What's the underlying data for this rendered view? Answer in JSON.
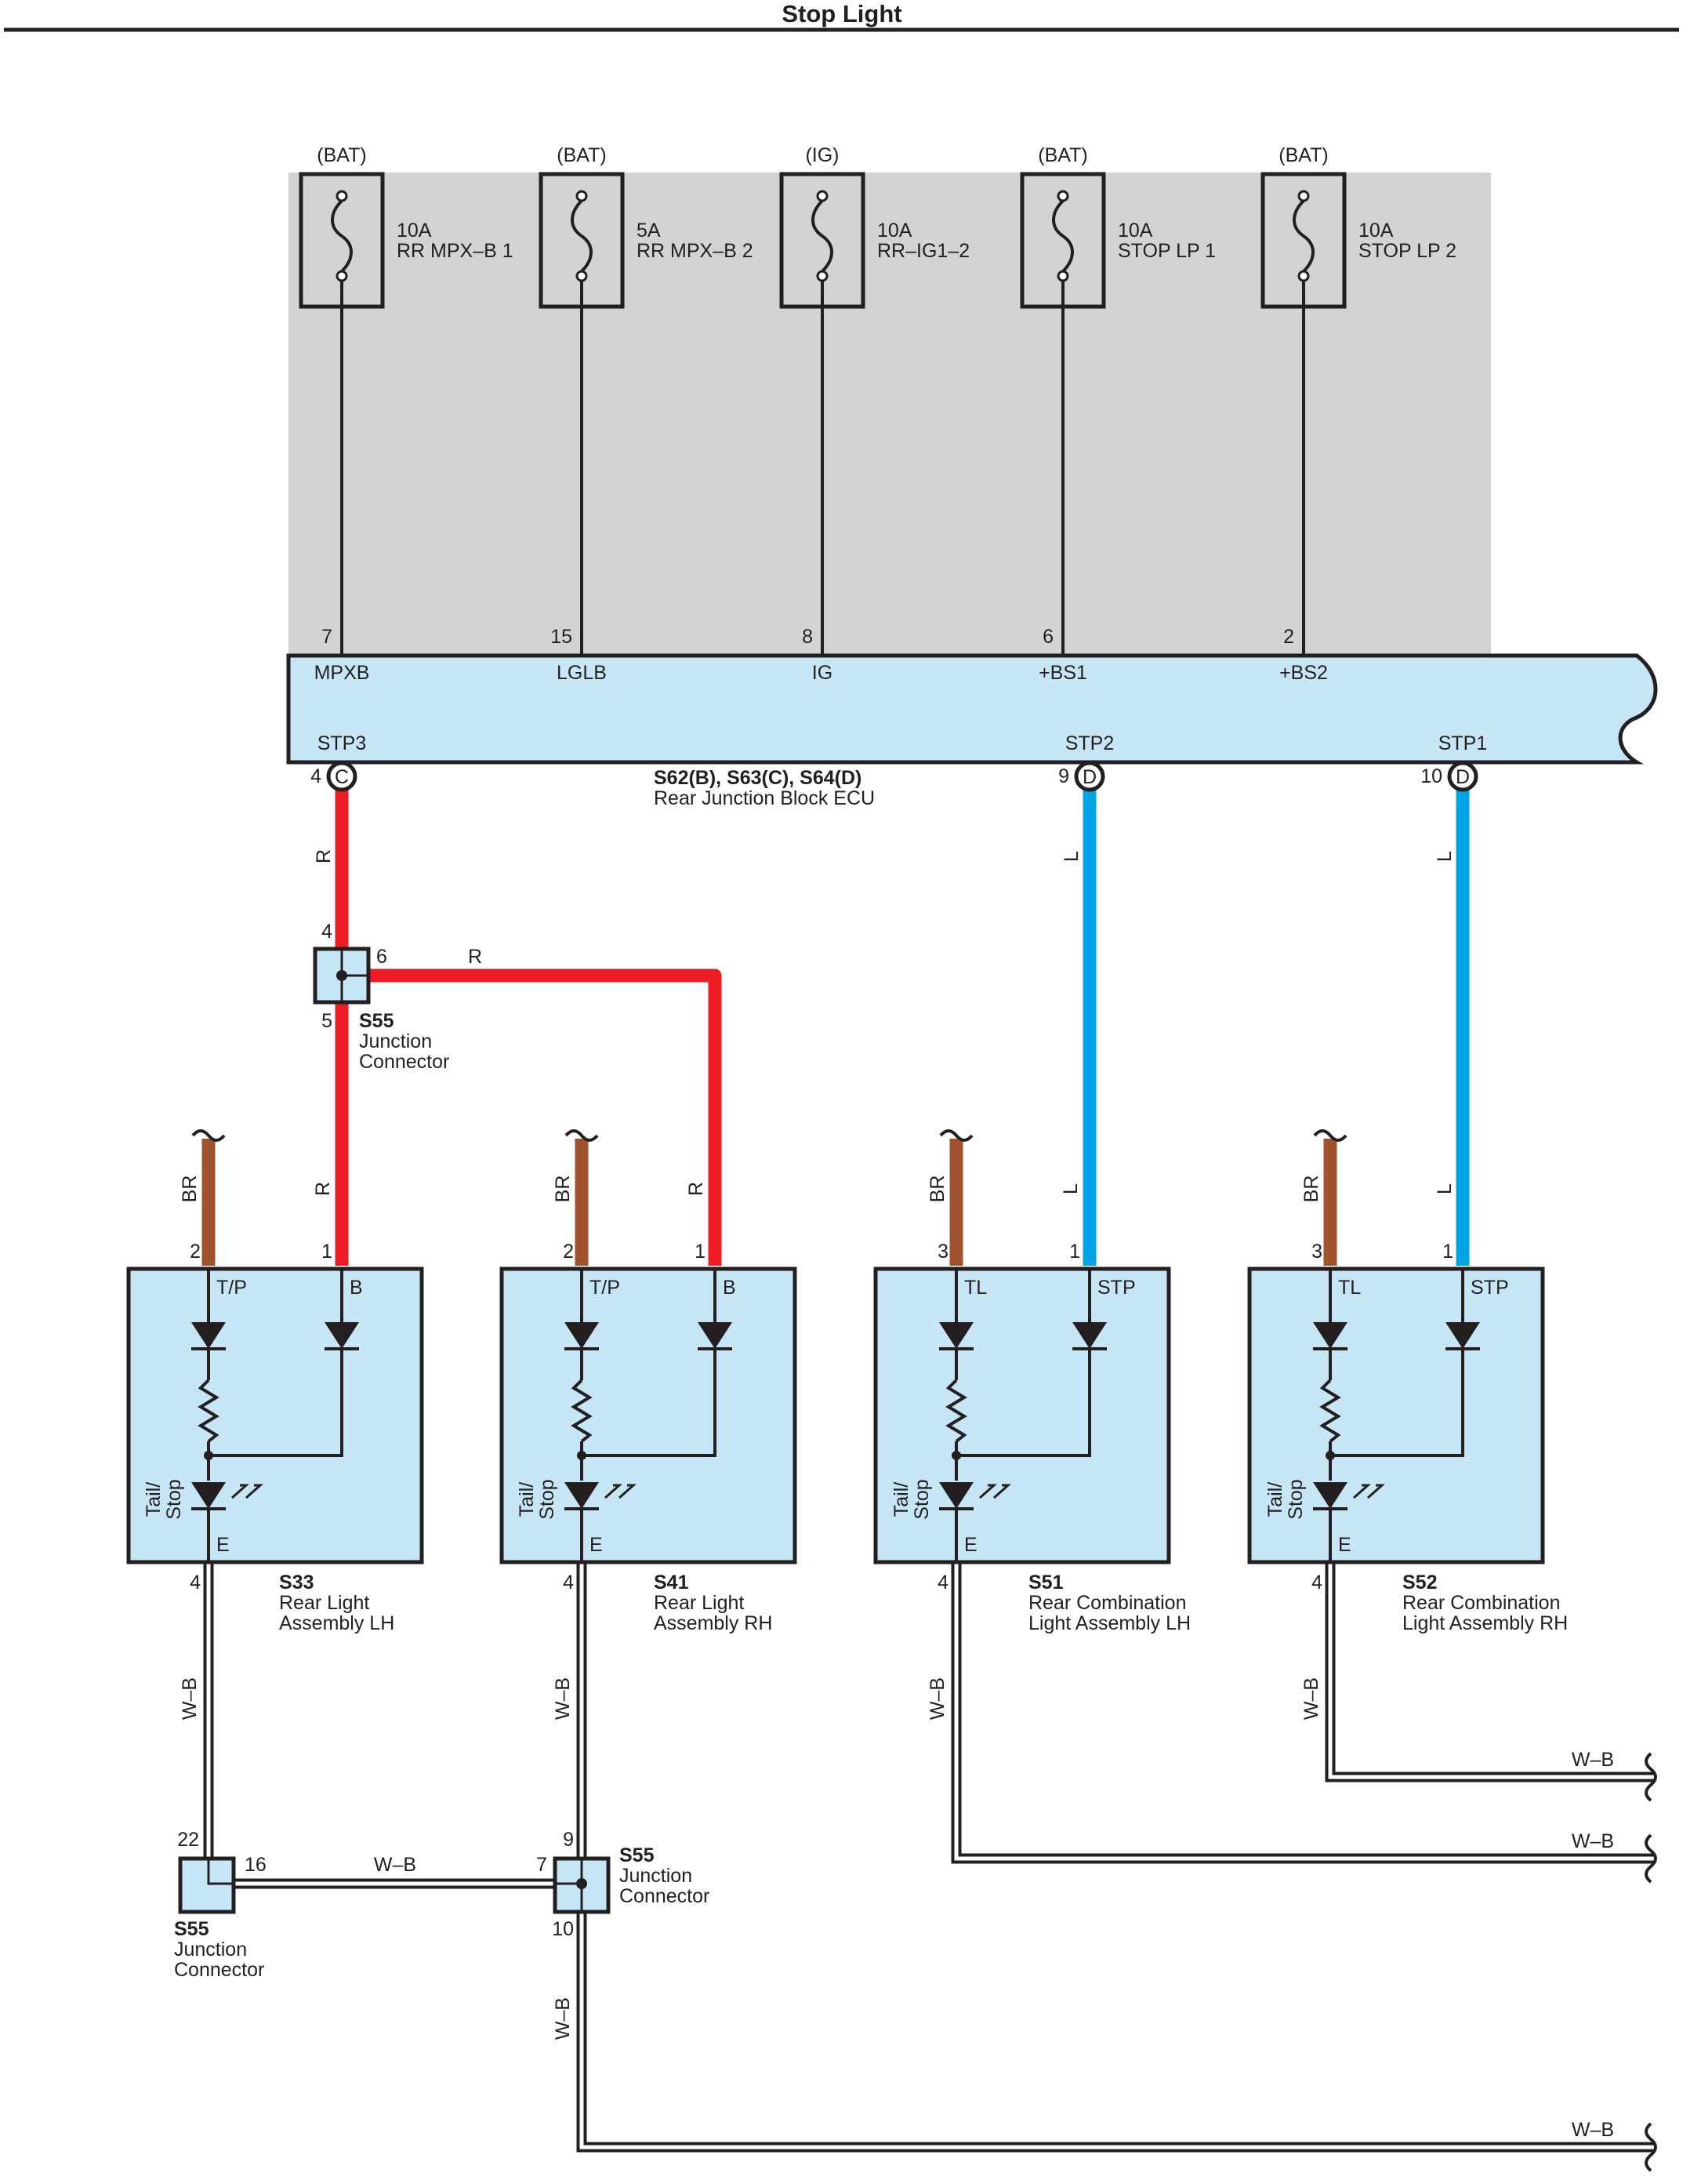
{
  "title": "Stop Light",
  "colors": {
    "red": "#ed1c24",
    "blue": "#00a4e4",
    "brown": "#a0522d",
    "ecu_fill": "#c6e6f6",
    "panel_gray": "#d1d3d4"
  },
  "fuses": [
    {
      "source": "(BAT)",
      "rating": "10A",
      "name": "RR MPX–B 1",
      "pin": "7",
      "terminal": "MPXB"
    },
    {
      "source": "(BAT)",
      "rating": "5A",
      "name": "RR MPX–B 2",
      "pin": "15",
      "terminal": "LGLB"
    },
    {
      "source": "(IG)",
      "rating": "10A",
      "name": "RR–IG1–2",
      "pin": "8",
      "terminal": "IG"
    },
    {
      "source": "(BAT)",
      "rating": "10A",
      "name": "STOP LP 1",
      "pin": "6",
      "terminal": "+BS1"
    },
    {
      "source": "(BAT)",
      "rating": "10A",
      "name": "STOP LP 2",
      "pin": "2",
      "terminal": "+BS2"
    }
  ],
  "ecu": {
    "code": "S62(B), S63(C), S64(D)",
    "name": "Rear Junction Block ECU",
    "outputs": [
      {
        "terminal": "STP3",
        "pin": "4",
        "connector": "C",
        "wire": "R"
      },
      {
        "terminal": "STP2",
        "pin": "9",
        "connector": "D",
        "wire": "L"
      },
      {
        "terminal": "STP1",
        "pin": "10",
        "connector": "D",
        "wire": "L"
      }
    ]
  },
  "junction_top": {
    "code": "S55",
    "name1": "Junction",
    "name2": "Connector",
    "pin_in": "4",
    "pin_right": "6",
    "pin_out": "5",
    "wire_right": "R",
    "wire_down": "R"
  },
  "assemblies": [
    {
      "code": "S33",
      "name1": "Rear Light",
      "name2": "Assembly LH",
      "pin_left": "2",
      "pin_right": "1",
      "term_left": "T/P",
      "term_right": "B",
      "wire_left": "BR",
      "wire_right": "R",
      "lamp1": "Tail/",
      "lamp2": "Stop",
      "ground_term": "E",
      "ground_pin": "4",
      "ground_wire": "W–B"
    },
    {
      "code": "S41",
      "name1": "Rear Light",
      "name2": "Assembly RH",
      "pin_left": "2",
      "pin_right": "1",
      "term_left": "T/P",
      "term_right": "B",
      "wire_left": "BR",
      "wire_right": "R",
      "lamp1": "Tail/",
      "lamp2": "Stop",
      "ground_term": "E",
      "ground_pin": "4",
      "ground_wire": "W–B"
    },
    {
      "code": "S51",
      "name1": "Rear Combination",
      "name2": "Light Assembly LH",
      "pin_left": "3",
      "pin_right": "1",
      "term_left": "TL",
      "term_right": "STP",
      "wire_left": "BR",
      "wire_right": "L",
      "lamp1": "Tail/",
      "lamp2": "Stop",
      "ground_term": "E",
      "ground_pin": "4",
      "ground_wire": "W–B"
    },
    {
      "code": "S52",
      "name1": "Rear Combination",
      "name2": "Light Assembly RH",
      "pin_left": "3",
      "pin_right": "1",
      "term_left": "TL",
      "term_right": "STP",
      "wire_left": "BR",
      "wire_right": "L",
      "lamp1": "Tail/",
      "lamp2": "Stop",
      "ground_term": "E",
      "ground_pin": "4",
      "ground_wire": "W–B"
    }
  ],
  "junction_left": {
    "code": "S55",
    "name1": "Junction",
    "name2": "Connector",
    "pin_top": "22",
    "pin_right": "16",
    "wire": "W–B"
  },
  "junction_mid": {
    "code": "S55",
    "name1": "Junction",
    "name2": "Connector",
    "pin_top": "9",
    "pin_left": "7",
    "pin_bottom": "10",
    "wire_down": "W–B"
  },
  "ground_wires": {
    "s52": "W–B",
    "s51": "W–B",
    "bottom": "W–B"
  }
}
